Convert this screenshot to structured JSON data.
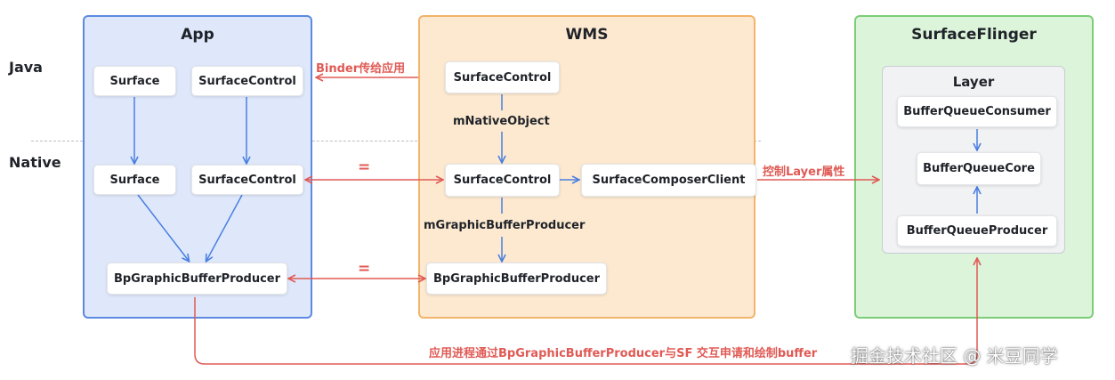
{
  "lanes": {
    "java": "Java",
    "native": "Native"
  },
  "panels": {
    "app": {
      "title": "App"
    },
    "wms": {
      "title": "WMS"
    },
    "surfaceflinger": {
      "title": "SurfaceFlinger",
      "layer": {
        "title": "Layer"
      }
    }
  },
  "nodes": {
    "app_surface_java": "Surface",
    "app_surfacecontrol_java": "SurfaceControl",
    "app_surface_native": "Surface",
    "app_surfacecontrol_native": "SurfaceControl",
    "app_bpgbp": "BpGraphicBufferProducer",
    "wms_surfacecontrol_java": "SurfaceControl",
    "wms_surfacecontrol_native": "SurfaceControl",
    "wms_composer_client": "SurfaceComposerClient",
    "wms_bpgbp": "BpGraphicBufferProducer",
    "sf_consumer": "BufferQueueConsumer",
    "sf_core": "BufferQueueCore",
    "sf_producer": "BufferQueueProducer"
  },
  "edge_labels": {
    "binder": "Binder传给应用",
    "native_object": "mNativeObject",
    "eq1": "=",
    "eq2": "=",
    "gbp_member": "mGraphicBufferProducer",
    "control_layer": "控制Layer属性",
    "bottom_flow": "应用进程通过BpGraphicBufferProducer与SF 交互申请和绘制buffer"
  },
  "watermark": "掘金技术社区 @ 米豆同学",
  "colors": {
    "blue_arrow": "#4a7fe0",
    "red_arrow": "#e05a55",
    "app_fill": "#dfe8fb",
    "app_border": "#5b8ae0",
    "wms_fill": "#fde9d0",
    "wms_border": "#f2b46a",
    "sf_fill": "#dcf4da",
    "sf_border": "#7ccd78"
  }
}
